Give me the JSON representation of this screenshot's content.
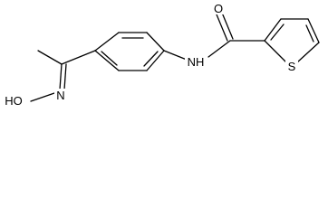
{
  "molecule": {
    "labels": {
      "carbonyl_oxygen": "O",
      "amide_nh": "NH",
      "thiophene_sulfur": "S",
      "oxime_hydroxyl": "HO",
      "oxime_nitrogen": "N"
    }
  }
}
